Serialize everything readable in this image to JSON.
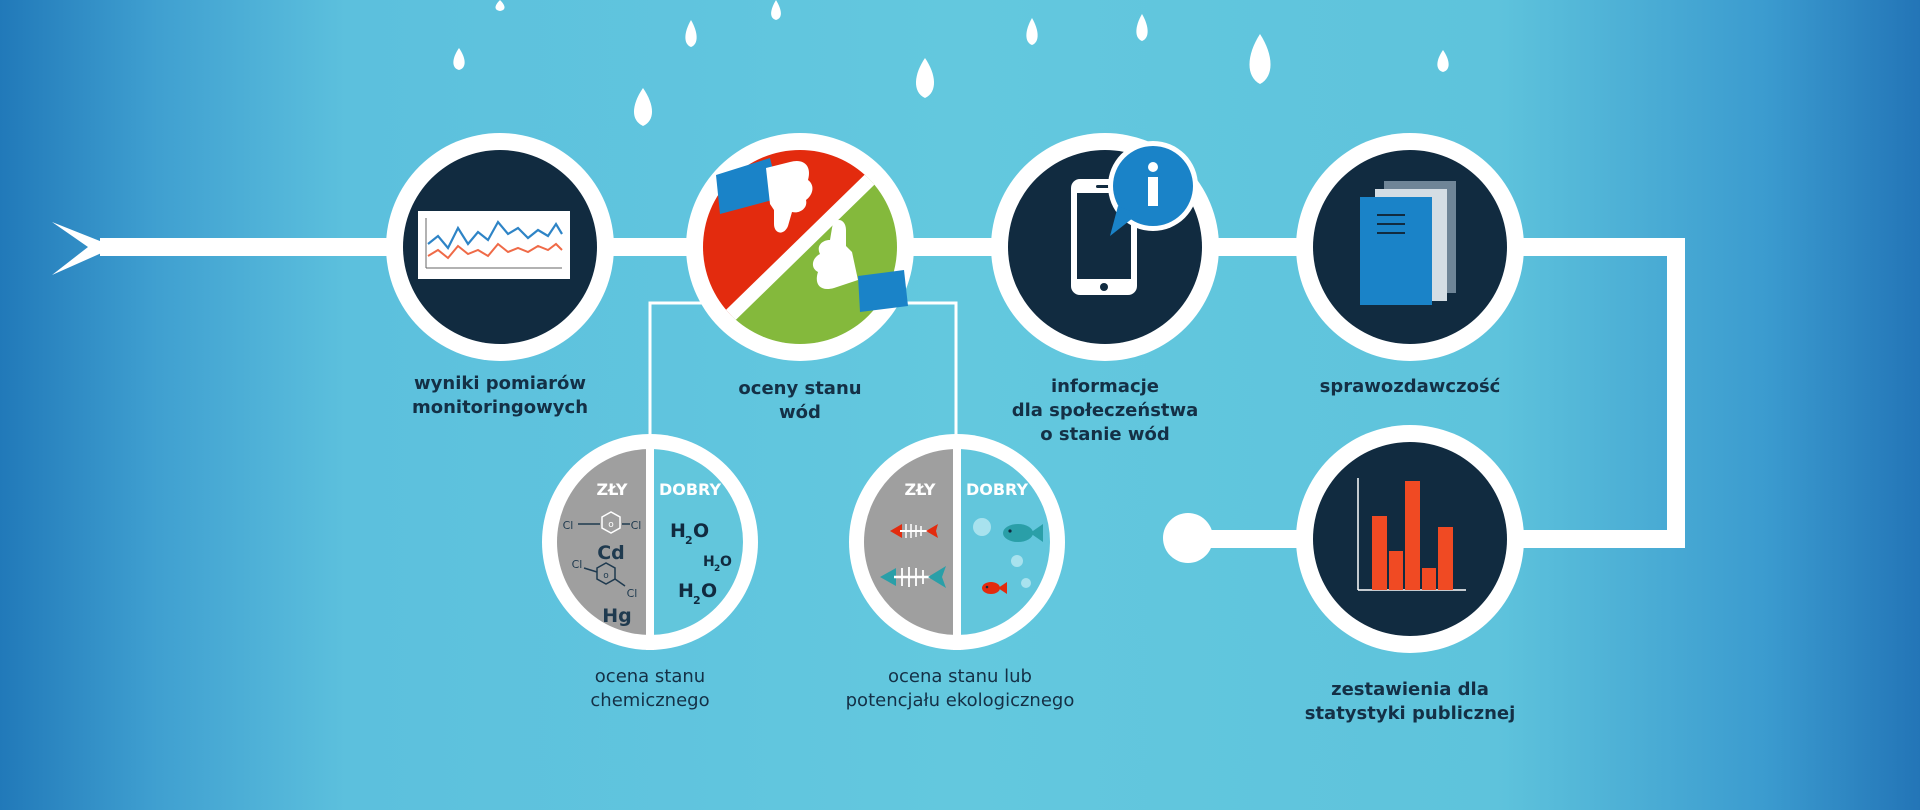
{
  "colors": {
    "background": "#63c8de",
    "line": "#ffffff",
    "dark_circle": "#112b40",
    "bad": "#e32b0e",
    "good": "#84b93c",
    "blue_accent": "#1a83c8",
    "grey_half": "#9f9f9f",
    "fish_teal": "#2a9fa8",
    "chart_red": "#f04a23"
  },
  "icons": [
    "raindrop-icon",
    "line-chart-icon",
    "thumbs-down-icon",
    "thumbs-up-icon",
    "smartphone-icon",
    "info-icon",
    "documents-icon",
    "bar-chart-icon",
    "chemical-structure-icon",
    "fish-icon",
    "fish-skeleton-icon"
  ],
  "nodes": {
    "monitoring": {
      "line1": "wyniki pomiarów",
      "line2": "monitoringowych"
    },
    "assessment": {
      "line1": "oceny stanu",
      "line2": "wód"
    },
    "information": {
      "line1": "informacje",
      "line2": "dla społeczeństwa",
      "line3": "o stanie wód"
    },
    "reporting": {
      "line1": "sprawozdawczość"
    },
    "statistics": {
      "line1": "zestawienia dla",
      "line2": "statystyki publicznej"
    }
  },
  "chemical": {
    "bad_label": "ZŁY",
    "good_label": "DOBRY",
    "cl1": "Cl",
    "cl2": "Cl",
    "cl3": "Cl",
    "cl4": "Cl",
    "ring_o": "o",
    "cd": "Cd",
    "hg": "Hg",
    "h2o": "H",
    "h2o_sub": "2",
    "h2o_o": "O",
    "caption1": "ocena stanu",
    "caption2": "chemicznego"
  },
  "ecological": {
    "bad_label": "ZŁY",
    "good_label": "DOBRY",
    "caption1": "ocena stanu lub",
    "caption2": "potencjału ekologicznego"
  },
  "info_icon_letter": "i"
}
